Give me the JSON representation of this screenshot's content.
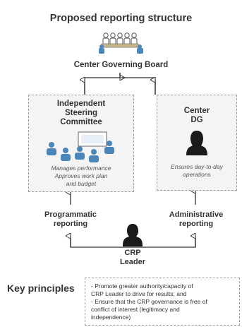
{
  "title": "Proposed reporting structure",
  "board": {
    "label": "Center Governing Board"
  },
  "steering": {
    "title_line1": "Independent",
    "title_line2": "Steering",
    "title_line3": "Committee",
    "desc_line1": "Manages performance",
    "desc_line2": "Approves work plan",
    "desc_line3": "and budget"
  },
  "dg": {
    "title_line1": "Center",
    "title_line2": "DG",
    "desc_line1": "Ensures day-to-day",
    "desc_line2": "operations"
  },
  "programmatic": {
    "line1": "Programmatic",
    "line2": "reporting"
  },
  "administrative": {
    "line1": "Administrative",
    "line2": "reporting"
  },
  "leader": {
    "line1": "CRP",
    "line2": "Leader"
  },
  "key_principles": {
    "heading": "Key principles",
    "item1_line1": "- Promote greater authority/capacity of",
    "item1_line2": "CRP Leader to drive for results; and",
    "item2_line1": "- Ensure that the CRP governance is free of",
    "item2_line2": "conflict of interest (legitimacy and",
    "item2_line3": "independence)"
  },
  "colors": {
    "accent_blue": "#4a86b8",
    "silhouette": "#1a1a1a",
    "box_border": "#9a9a9a"
  },
  "icons": [
    "board-meeting-icon",
    "team-meeting-icon",
    "dg-silhouette-icon",
    "leader-silhouette-icon"
  ]
}
